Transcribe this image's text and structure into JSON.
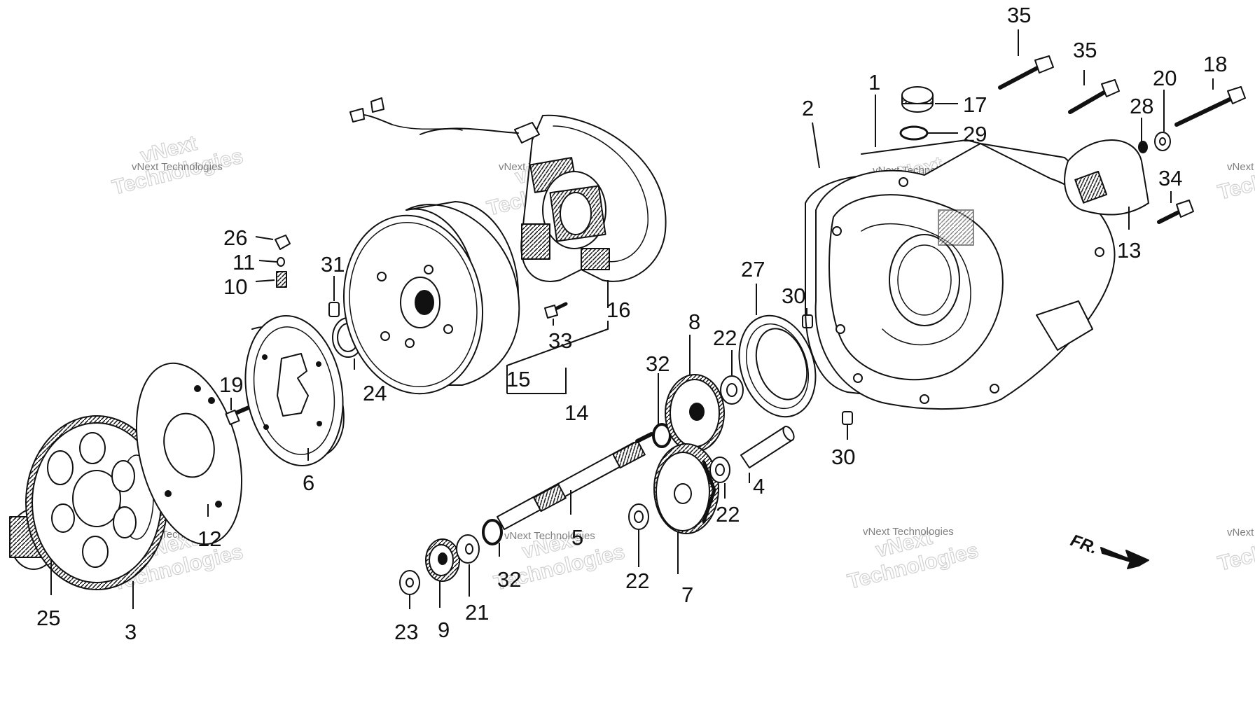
{
  "watermark": {
    "small": "vNext Technologies",
    "big_line1": "vNext",
    "big_line2": "Technologies"
  },
  "direction_label": "FR.",
  "callouts": {
    "c1": "1",
    "c2": "2",
    "c3": "3",
    "c4": "4",
    "c5": "5",
    "c6": "6",
    "c7": "7",
    "c8": "8",
    "c9": "9",
    "c10": "10",
    "c11": "11",
    "c12": "12",
    "c13": "13",
    "c14": "14",
    "c15": "15",
    "c16": "16",
    "c17": "17",
    "c18": "18",
    "c19": "19",
    "c20": "20",
    "c21": "21",
    "c22a": "22",
    "c22b": "22",
    "c22c": "22",
    "c23": "23",
    "c24": "24",
    "c25": "25",
    "c26": "26",
    "c27": "27",
    "c28": "28",
    "c29": "29",
    "c30a": "30",
    "c30b": "30",
    "c31": "31",
    "c32a": "32",
    "c32b": "32",
    "c33": "33",
    "c34": "34",
    "c35a": "35",
    "c35b": "35"
  }
}
